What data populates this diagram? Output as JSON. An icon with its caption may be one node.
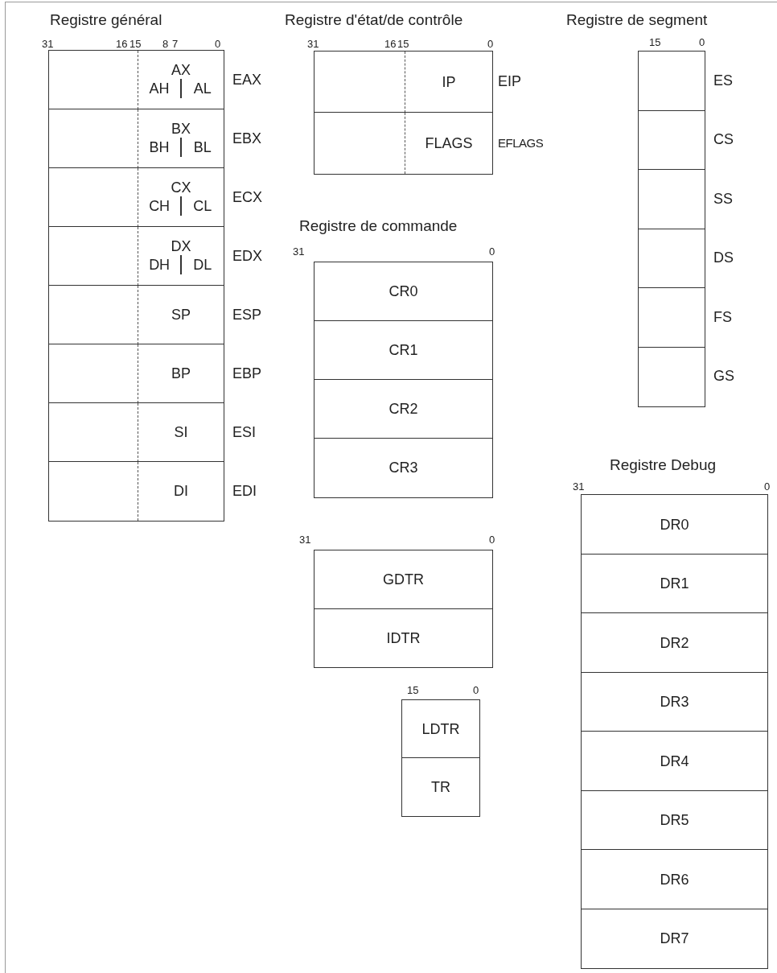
{
  "diagram": {
    "nodes": [
      {
        "text": [
          "AX",
          "AH",
          "AL"
        ],
        "beside": [
          "EAX"
        ]
      },
      {
        "text": [
          "BX",
          "BH",
          "BL"
        ],
        "beside": [
          "EBX"
        ]
      },
      {
        "text": [
          "CX",
          "CH",
          "CL"
        ],
        "beside": [
          "ECX"
        ]
      },
      {
        "text": [
          "DX",
          "DH",
          "DL"
        ],
        "beside": [
          "EDX"
        ]
      },
      {
        "text": [
          "SP"
        ],
        "beside": [
          "ESP"
        ]
      },
      {
        "text": [
          "BP"
        ],
        "beside": [
          "EBP"
        ]
      },
      {
        "text": [
          "SI"
        ],
        "beside": [
          "ESI"
        ]
      },
      {
        "text": [
          "DI"
        ],
        "beside": [
          "EDI"
        ]
      },
      {
        "text": [
          "IP"
        ],
        "beside": [
          "EIP"
        ]
      },
      {
        "text": [
          "FLAGS"
        ],
        "beside": [
          "EFLAGS"
        ]
      },
      {
        "text": [
          "CR0"
        ]
      },
      {
        "text": [
          "CR1"
        ]
      },
      {
        "text": [
          "CR2"
        ]
      },
      {
        "text": [
          "CR3"
        ]
      },
      {
        "text": [
          "GDTR"
        ]
      },
      {
        "text": [
          "IDTR"
        ]
      },
      {
        "text": [
          "LDTR"
        ]
      },
      {
        "text": [
          "TR"
        ]
      },
      {
        "text": [],
        "shape": "box",
        "beside": [
          "ES"
        ]
      },
      {
        "text": [],
        "shape": "box",
        "beside": [
          "CS"
        ]
      },
      {
        "text": [],
        "shape": "box",
        "beside": [
          "SS"
        ]
      },
      {
        "text": [],
        "shape": "box",
        "beside": [
          "DS"
        ]
      },
      {
        "text": [],
        "shape": "box",
        "beside": [
          "FS"
        ]
      },
      {
        "text": [],
        "shape": "box",
        "beside": [
          "GS"
        ]
      },
      {
        "text": [
          "DR0"
        ]
      },
      {
        "text": [
          "DR1"
        ]
      },
      {
        "text": [
          "DR2"
        ]
      },
      {
        "text": [
          "DR3"
        ]
      },
      {
        "text": [
          "DR4"
        ]
      },
      {
        "text": [
          "DR5"
        ]
      },
      {
        "text": [
          "DR6"
        ]
      },
      {
        "text": [
          "DR7"
        ]
      }
    ],
    "labels": [
      "Registre général",
      "31",
      "16",
      "15",
      "8",
      "7",
      "0",
      "Registre d'état/de contrôle",
      "31",
      "16",
      "15",
      "0",
      "Registre de segment",
      "15",
      "0",
      "Registre de commande",
      "31",
      "0",
      "Registre Debug",
      "31",
      "0",
      "31",
      "0",
      "15",
      "0"
    ]
  }
}
